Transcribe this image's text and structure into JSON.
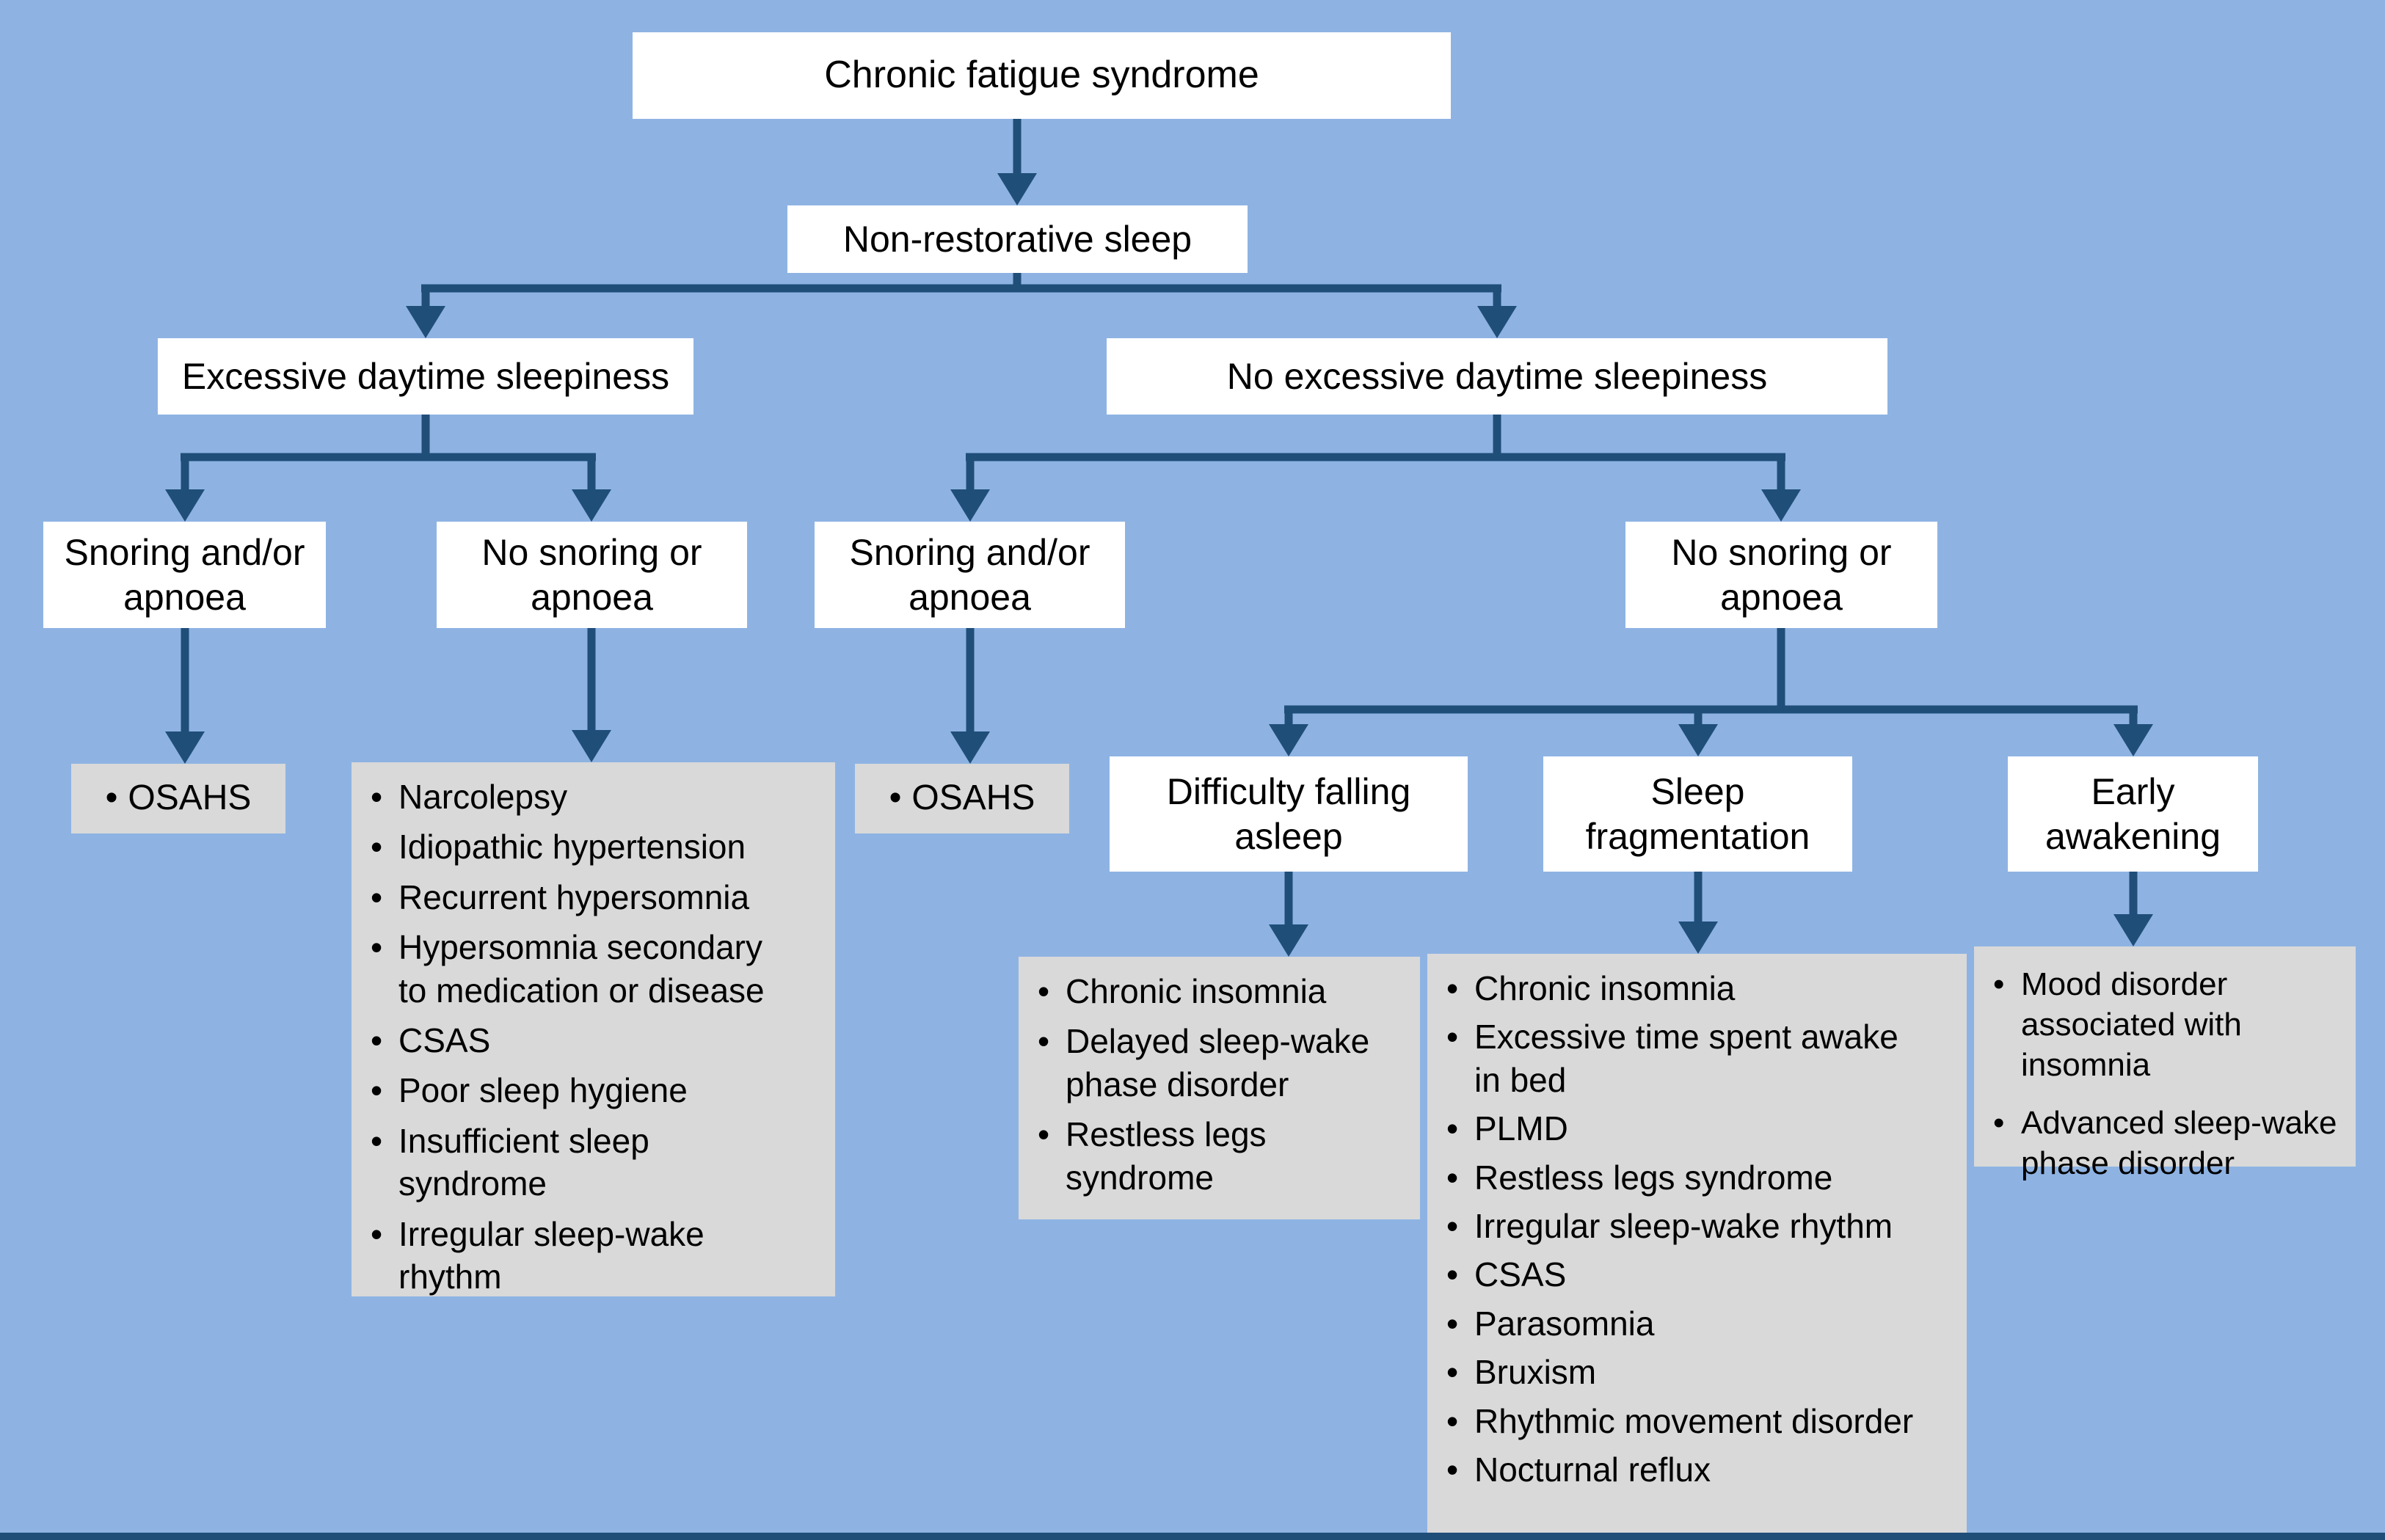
{
  "colors": {
    "background": "#8eb3e3",
    "node_background": "#ffffff",
    "result_background": "#d9d9d9",
    "connector": "#1f4e79",
    "text": "#000000"
  },
  "nodes": {
    "title": "Chronic fatigue syndrome",
    "non_restorative": "Non-restorative sleep",
    "excessive_sleepiness": "Excessive daytime sleepiness",
    "no_excessive_sleepiness": "No excessive daytime sleepiness",
    "snoring_left": "Snoring and/or\napnoea",
    "no_snoring_left": "No snoring or\napnoea",
    "snoring_mid": "Snoring and/or\napnoea",
    "no_snoring_right": "No snoring or\napnoea",
    "difficulty_falling_asleep": "Difficulty falling\nasleep",
    "sleep_fragmentation": "Sleep\nfragmentation",
    "early_awakening": "Early\nawakening"
  },
  "results": {
    "osahs_left": {
      "items": [
        "OSAHS"
      ]
    },
    "no_snoring_left_list": {
      "items": [
        "Narcolepsy",
        "Idiopathic hypertension",
        "Recurrent hypersomnia",
        "Hypersomnia secondary\nto medication or disease",
        "CSAS",
        "Poor sleep hygiene",
        "Insufficient sleep\nsyndrome",
        "Irregular sleep-wake\nrhythm"
      ]
    },
    "osahs_mid": {
      "items": [
        "OSAHS"
      ]
    },
    "difficulty_list": {
      "items": [
        "Chronic insomnia",
        "Delayed sleep-wake\nphase disorder",
        "Restless legs\nsyndrome"
      ]
    },
    "fragmentation_list": {
      "items": [
        "Chronic insomnia",
        "Excessive time spent awake\nin bed",
        "PLMD",
        "Restless legs syndrome",
        "Irregular sleep-wake rhythm",
        "CSAS",
        "Parasomnia",
        "Bruxism",
        "Rhythmic movement disorder",
        "Nocturnal reflux"
      ]
    },
    "early_list": {
      "items": [
        "Mood disorder\nassociated with insomnia",
        "Advanced sleep-wake\nphase disorder"
      ]
    }
  }
}
